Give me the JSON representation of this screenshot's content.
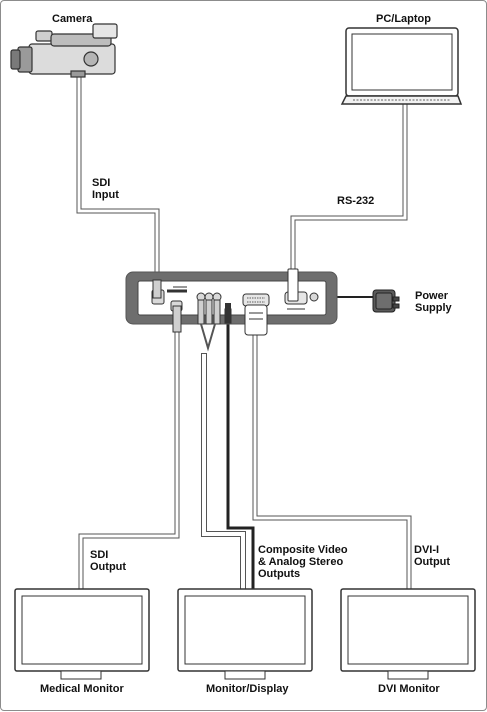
{
  "devices": {
    "camera": "Camera",
    "pc": "PC/Laptop",
    "power": [
      "Power",
      "Supply"
    ],
    "medical_monitor": "Medical Monitor",
    "monitor_display": "Monitor/Display",
    "dvi_monitor": "DVI Monitor"
  },
  "connections": {
    "sdi_input": [
      "SDI",
      "Input"
    ],
    "rs232": "RS-232",
    "sdi_output": [
      "SDI",
      "Output"
    ],
    "composite": [
      "Composite Video",
      "& Analog Stereo",
      "Outputs"
    ],
    "dvi_output": [
      "DVI-I",
      "Output"
    ]
  },
  "colors": {
    "cable_fill": "#ffffff",
    "cable_stroke": "#555555",
    "device_body": "#6e6e6e",
    "panel": "#ffffff"
  }
}
